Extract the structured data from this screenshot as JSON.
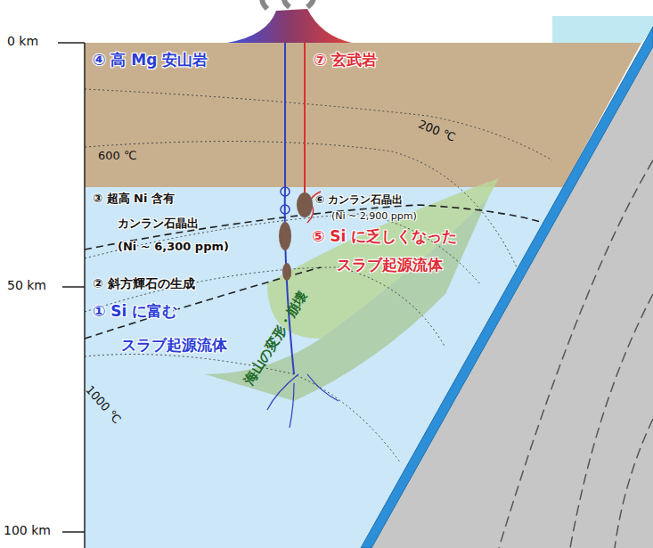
{
  "diagram": {
    "labels": [
      "0 km",
      "50 km",
      "100 km",
      "④ 高 Mg 安山岩",
      "⑦ 玄武岩",
      "200 ℃",
      "600 ℃",
      "③ 超高 Ni 含有",
      "カンラン石晶出",
      "(Ni ~ 6,300 ppm)",
      "⑥ カンラン石晶出",
      "(Ni ~ 2,900 ppm)",
      "⑤ Si に乏しくなった",
      "スラブ起源流体",
      "② 斜方輝石の生成",
      "① Si に富む",
      "スラブ起源流体",
      "1000 ℃",
      "海山の変形・崩壊"
    ]
  }
}
